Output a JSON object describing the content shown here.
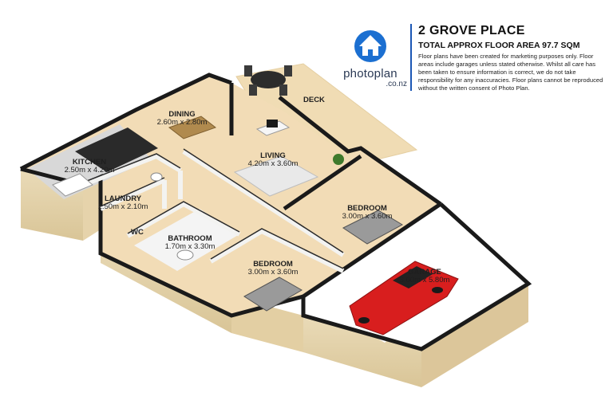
{
  "header": {
    "title": "2 GROVE PLACE",
    "area": "TOTAL APPROX FLOOR AREA 97.7 SQM",
    "disclaimer": "Floor plans have been created for marketing purposes only. Floor areas include garages unless stated otherwise. Whilst all care has been taken to ensure information is correct, we do not take responsibility for any inaccuracies. Floor plans cannot be reproduced without the written consent of Photo Plan."
  },
  "logo": {
    "name": "photoplan",
    "domain": ".co.nz",
    "icon": "house-icon",
    "color": "#1b6fd1"
  },
  "rooms": {
    "deck": {
      "label": "DECK"
    },
    "dining": {
      "label": "DINING",
      "dims": "2.60m x 2.80m"
    },
    "kitchen": {
      "label": "KITCHEN",
      "dims": "2.50m x 4.20m"
    },
    "living": {
      "label": "LIVING",
      "dims": "4.20m x 3.60m"
    },
    "laundry": {
      "label": "LAUNDRY",
      "dims": "1.50m x 2.10m"
    },
    "wc": {
      "label": "WC"
    },
    "bathroom": {
      "label": "BATHROOM",
      "dims": "1.70m x 3.30m"
    },
    "bedroom1": {
      "label": "BEDROOM",
      "dims": "3.00m x 3.60m"
    },
    "bedroom2": {
      "label": "BEDROOM",
      "dims": "3.00m x 3.60m"
    },
    "garage": {
      "label": "GARAGE",
      "dims": "3.00m x 5.80m"
    }
  },
  "colors": {
    "floor": "#f2dcb6",
    "wall_top": "#1a1a1a",
    "wall_face": "#e8d7b4",
    "interior_wall": "#f4f4f2",
    "garage_floor": "#ffffff",
    "car": "#d81e1e"
  }
}
